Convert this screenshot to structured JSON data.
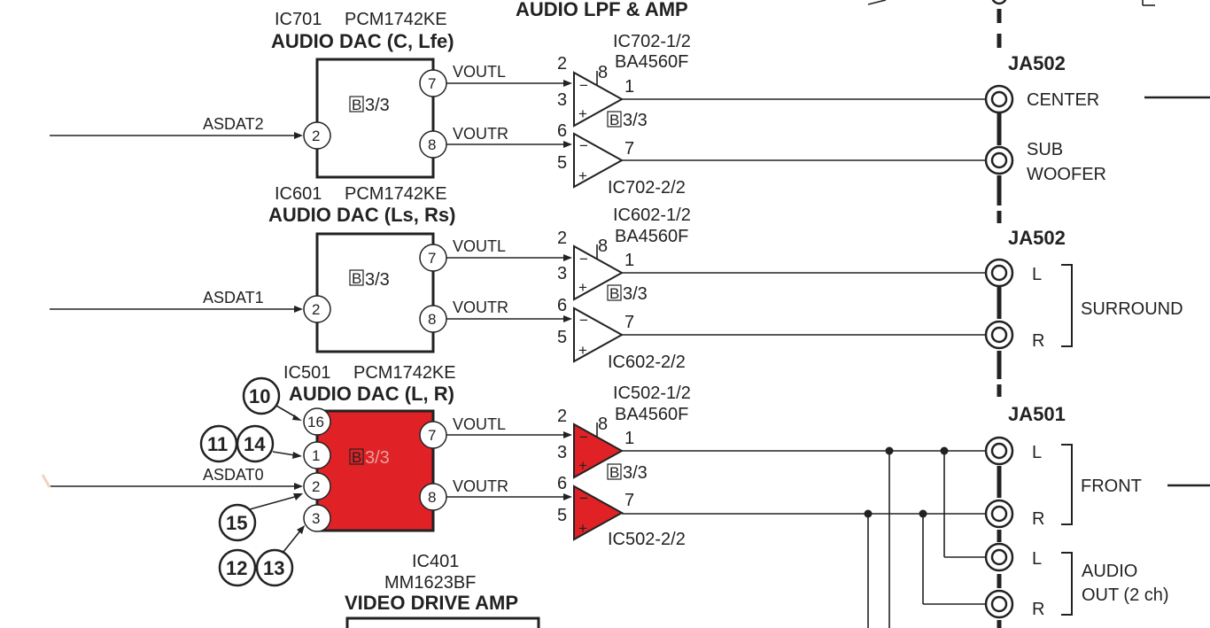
{
  "top_title": "AUDIO LPF & AMP",
  "dacs": [
    {
      "id": "IC701",
      "part": "PCM1742KE",
      "title": "AUDIO DAC (C, Lfe)",
      "ref": "B",
      "ref_num": "3/3",
      "input": "ASDAT2",
      "pin_in": "2",
      "pin_outl": "7",
      "pin_outr": "8",
      "voutl": "VOUTL",
      "voutr": "VOUTR",
      "highlight": false
    },
    {
      "id": "IC601",
      "part": "PCM1742KE",
      "title": "AUDIO DAC (Ls, Rs)",
      "ref": "B",
      "ref_num": "3/3",
      "input": "ASDAT1",
      "pin_in": "2",
      "pin_outl": "7",
      "pin_outr": "8",
      "voutl": "VOUTL",
      "voutr": "VOUTR",
      "highlight": false
    },
    {
      "id": "IC501",
      "part": "PCM1742KE",
      "title": "AUDIO DAC (L, R)",
      "ref": "B",
      "ref_num": "3/3",
      "input": "ASDAT0",
      "pin_in": "2",
      "pin_outl": "7",
      "pin_outr": "8",
      "voutl": "VOUTL",
      "voutr": "VOUTR",
      "highlight": true,
      "extra_pins": [
        "16",
        "1",
        "3"
      ]
    }
  ],
  "amps": [
    {
      "id_a": "IC702-1/2",
      "part": "BA4560F",
      "id_b": "IC702-2/2",
      "ref": "B",
      "ref_num": "3/3",
      "pins_a": {
        "minus": "2",
        "plus": "3",
        "pwr": "8",
        "out": "1"
      },
      "pins_b": {
        "minus": "6",
        "plus": "5",
        "out": "7"
      },
      "highlight": false
    },
    {
      "id_a": "IC602-1/2",
      "part": "BA4560F",
      "id_b": "IC602-2/2",
      "ref": "B",
      "ref_num": "3/3",
      "pins_a": {
        "minus": "2",
        "plus": "3",
        "pwr": "8",
        "out": "1"
      },
      "pins_b": {
        "minus": "6",
        "plus": "5",
        "out": "7"
      },
      "highlight": false
    },
    {
      "id_a": "IC502-1/2",
      "part": "BA4560F",
      "id_b": "IC502-2/2",
      "ref": "B",
      "ref_num": "3/3",
      "pins_a": {
        "minus": "2",
        "plus": "3",
        "pwr": "8",
        "out": "1"
      },
      "pins_b": {
        "minus": "6",
        "plus": "5",
        "out": "7"
      },
      "highlight": true
    }
  ],
  "amp_signs": {
    "minus": "−",
    "plus": "+"
  },
  "jacks": [
    {
      "connector": "JA502",
      "labels": [
        "CENTER",
        "SUB",
        "WOOFER"
      ]
    },
    {
      "connector": "JA502",
      "labels": [
        "L",
        "R"
      ],
      "group": "SURROUND"
    },
    {
      "connector": "JA501",
      "labels": [
        "L",
        "R"
      ],
      "group": "FRONT"
    },
    {
      "labels": [
        "L",
        "R"
      ],
      "group_line1": "AUDIO",
      "group_line2": "OUT (2 ch)"
    }
  ],
  "markers": [
    "10",
    "11",
    "14",
    "15",
    "12",
    "13"
  ],
  "video": {
    "id": "IC401",
    "part": "MM1623BF",
    "title": "VIDEO DRIVE AMP"
  },
  "colors": {
    "highlight": "#e02226",
    "line": "#222222"
  }
}
